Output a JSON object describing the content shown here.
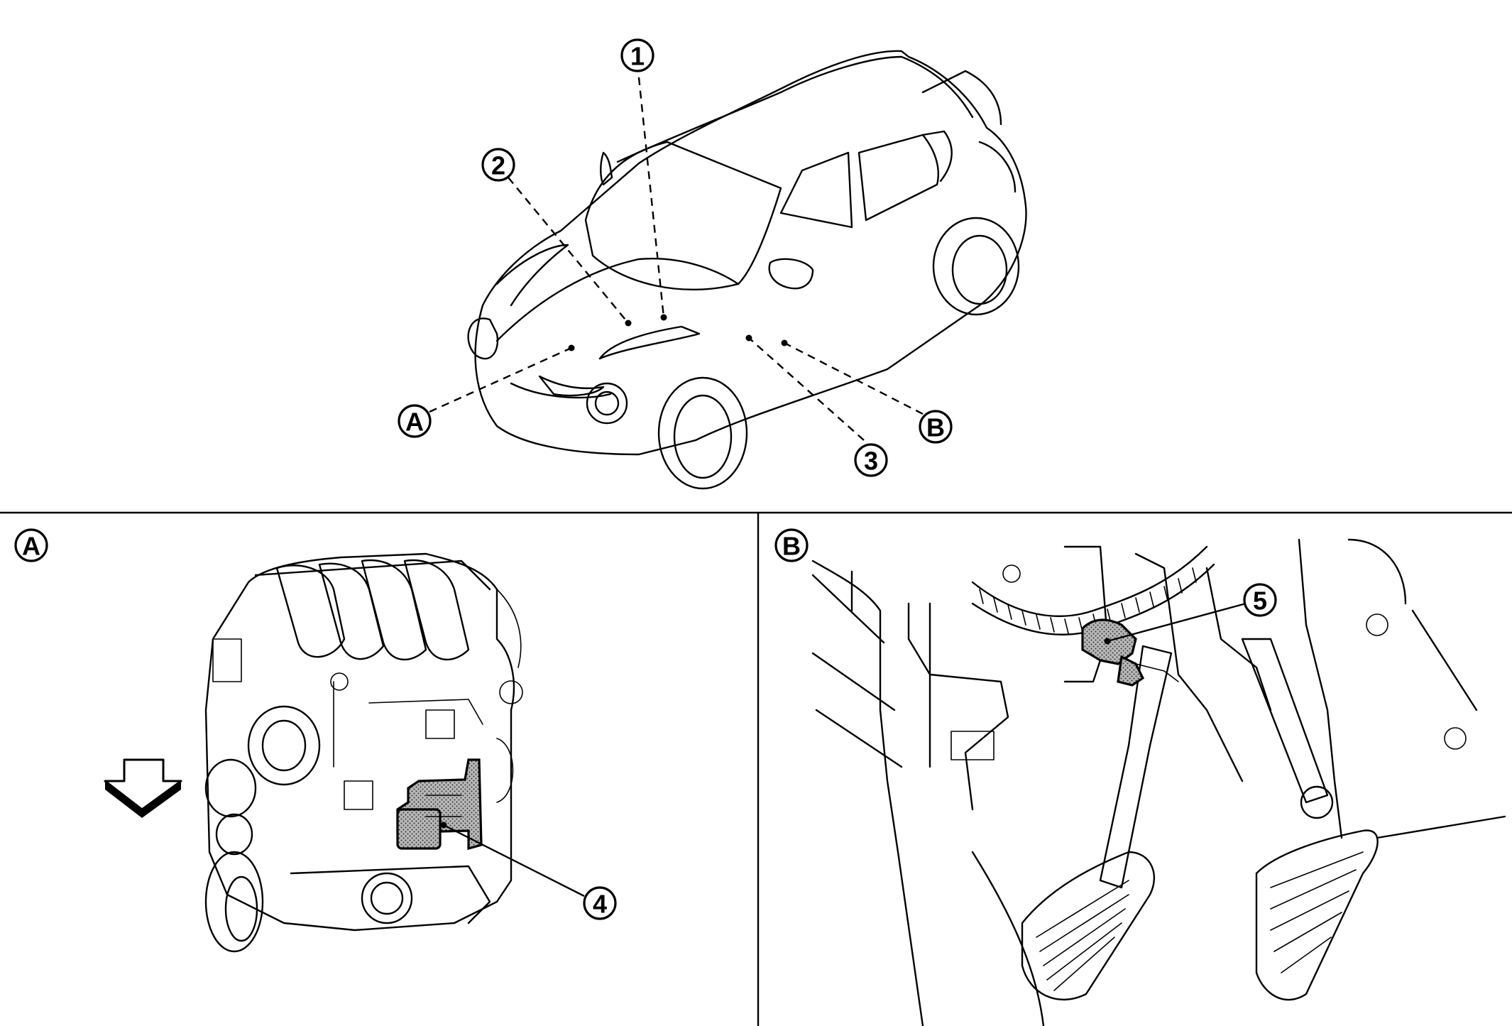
{
  "callouts": {
    "part_1": "1",
    "part_2": "2",
    "part_3": "3",
    "part_4": "4",
    "part_5": "5",
    "view_a": "A",
    "view_b": "B"
  },
  "panels": {
    "top": {
      "subject": "vehicle-overview"
    },
    "bottom_left": {
      "label": "A",
      "subject": "engine"
    },
    "bottom_right": {
      "label": "B",
      "subject": "pedal-area"
    }
  },
  "colors": {
    "line": "#000000",
    "background": "#ffffff",
    "shading": "#8a8a8a"
  },
  "icons": {
    "direction_arrow": "down-arrow-icon"
  }
}
